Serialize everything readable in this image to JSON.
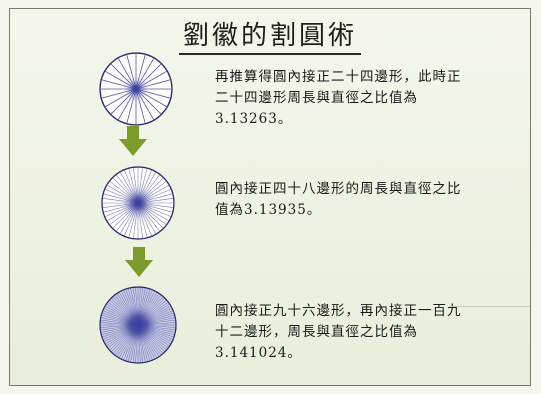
{
  "title": "劉徽的割圓術",
  "steps": [
    {
      "text": "再推算得圓內接正二十四邊形，此時正二十四邊形周長與直徑之比值為3.13263。",
      "sides": 24
    },
    {
      "text": "圓內接正四十八邊形的周長與直徑之比值為3.13935。",
      "sides": 48
    },
    {
      "text": "圓內接正九十六邊形，再內接正一百九十二邊形，周長與直徑之比值為3.141024。",
      "sides": 96
    }
  ],
  "colors": {
    "spoke": "#3a3a8c",
    "center": "#3b3fa0",
    "arrow": "#7d9b2c"
  }
}
